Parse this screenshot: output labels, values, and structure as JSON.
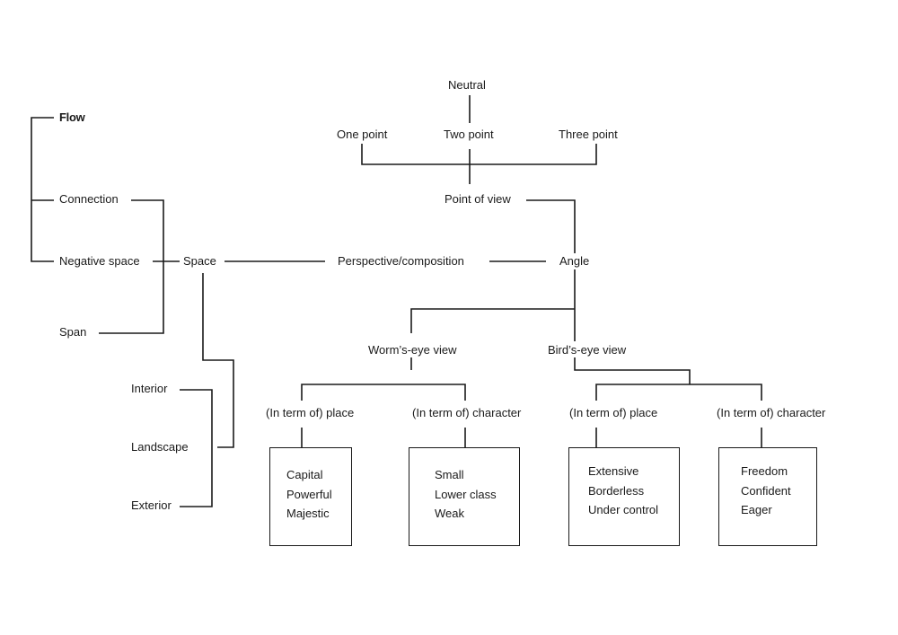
{
  "labels": {
    "neutral": "Neutral",
    "one_point": "One point",
    "two_point": "Two point",
    "three_point": "Three point",
    "point_of_view": "Point of view",
    "angle": "Angle",
    "perspective": "Perspective/composition",
    "space": "Space",
    "flow": "Flow",
    "connection": "Connection",
    "negative_space": "Negative space",
    "span": "Span",
    "interior": "Interior",
    "landscape": "Landscape",
    "exterior": "Exterior",
    "worms_eye": "Worm’s-eye view",
    "birds_eye": "Bird’s-eye view",
    "worm_place": "(In term of) place",
    "worm_character": "(In term of) character",
    "bird_place": "(In term of) place",
    "bird_character": "(In term of) character"
  },
  "boxes": {
    "worm_place": [
      "Capital",
      "Powerful",
      "Majestic"
    ],
    "worm_character": [
      "Small",
      "Lower class",
      "Weak"
    ],
    "bird_place": [
      "Extensive",
      "Borderless",
      "Under control"
    ],
    "bird_character": [
      "Freedom",
      "Confident",
      "Eager"
    ]
  }
}
